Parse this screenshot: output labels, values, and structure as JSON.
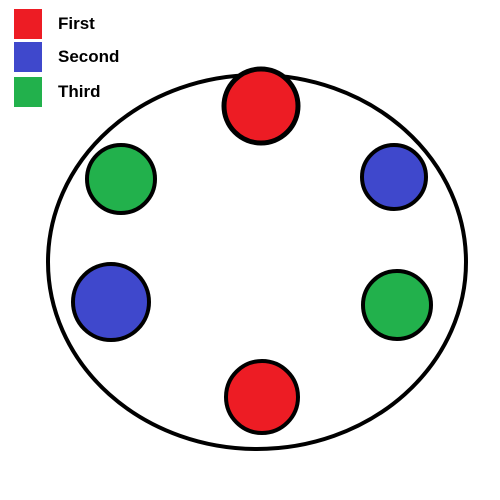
{
  "colors": {
    "background": "#ffffff",
    "outline": "#000000",
    "red": "#ed1c24",
    "blue": "#3f48cc",
    "green": "#22b14c"
  },
  "legend": {
    "items": [
      {
        "label": "First",
        "color": "#ed1c24"
      },
      {
        "label": "Second",
        "color": "#3f48cc"
      },
      {
        "label": "Third",
        "color": "#22b14c"
      }
    ]
  },
  "diagram": {
    "circles": [
      {
        "name": "top",
        "group": "First",
        "color": "#ed1c24"
      },
      {
        "name": "upper-right",
        "group": "Second",
        "color": "#3f48cc"
      },
      {
        "name": "lower-right",
        "group": "Third",
        "color": "#22b14c"
      },
      {
        "name": "bottom",
        "group": "First",
        "color": "#ed1c24"
      },
      {
        "name": "lower-left",
        "group": "Second",
        "color": "#3f48cc"
      },
      {
        "name": "upper-left",
        "group": "Third",
        "color": "#22b14c"
      }
    ]
  }
}
